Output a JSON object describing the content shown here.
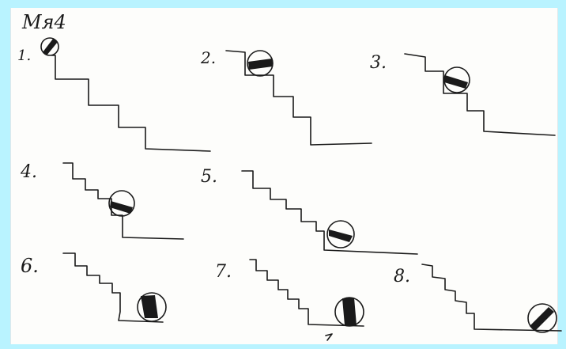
{
  "title": "Мя4",
  "panels": [
    {
      "label": "1.",
      "ball_icon": "rolling-ball-icon"
    },
    {
      "label": "2.",
      "ball_icon": "rolling-ball-icon"
    },
    {
      "label": "3.",
      "ball_icon": "rolling-ball-icon"
    },
    {
      "label": "4.",
      "ball_icon": "rolling-ball-icon"
    },
    {
      "label": "5.",
      "ball_icon": "rolling-ball-icon"
    },
    {
      "label": "6.",
      "ball_icon": "rolling-ball-icon"
    },
    {
      "label": "7.",
      "ball_icon": "rolling-ball-icon"
    },
    {
      "label": "8.",
      "ball_icon": "rolling-ball-icon"
    }
  ],
  "colors": {
    "background": "#b9f3ff",
    "paper": "#fdfdfb",
    "ink": "#1a1a1a"
  }
}
